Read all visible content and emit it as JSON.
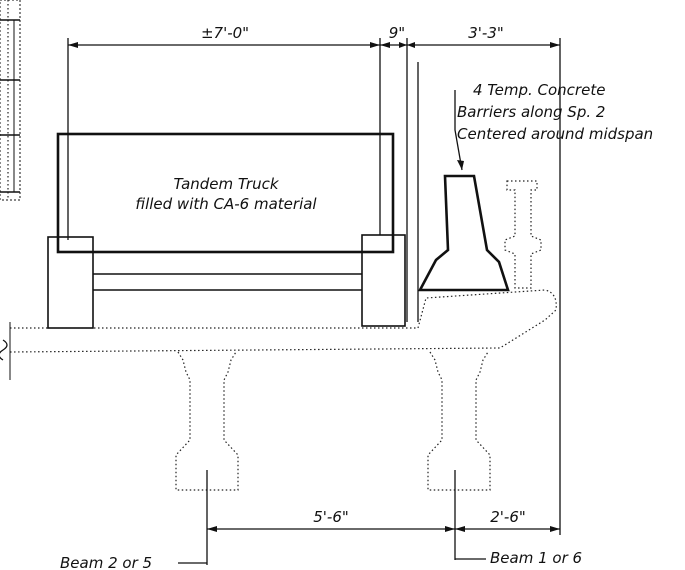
{
  "dimensions": {
    "truck_width": "±7'-0\"",
    "gap": "9\"",
    "barrier_offset": "3'-3\"",
    "beam_spacing": "5'-6\"",
    "edge_offset": "2'-6\""
  },
  "notes": {
    "barrier_line1": "4 Temp. Concrete",
    "barrier_line2": "Barriers along Sp. 2",
    "barrier_line3": "Centered around midspan",
    "truck_line1": "Tandem Truck",
    "truck_line2": "filled with CA-6 material"
  },
  "beams": {
    "interior": "Beam 2 or 5",
    "exterior": "Beam 1 or 6"
  }
}
